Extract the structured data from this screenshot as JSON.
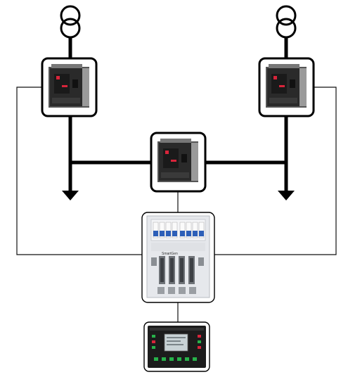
{
  "controller": {
    "brand_label": "SmartGen",
    "model_label": ""
  },
  "transformers": [
    {
      "name": "transformer-left"
    },
    {
      "name": "transformer-right"
    }
  ],
  "breakers": [
    {
      "name": "breaker-left-source",
      "indicator_color": "#d8243a"
    },
    {
      "name": "breaker-bus-tie",
      "indicator_color": "#d8243a"
    },
    {
      "name": "breaker-right-source",
      "indicator_color": "#d8243a"
    }
  ],
  "colors": {
    "breaker_body": "#2a2a2a",
    "module_body": "#e6e8ec",
    "switch_accent": "#2d5fb8",
    "controller_led": "#27b24a",
    "controller_screen": "#c9d3d6"
  }
}
